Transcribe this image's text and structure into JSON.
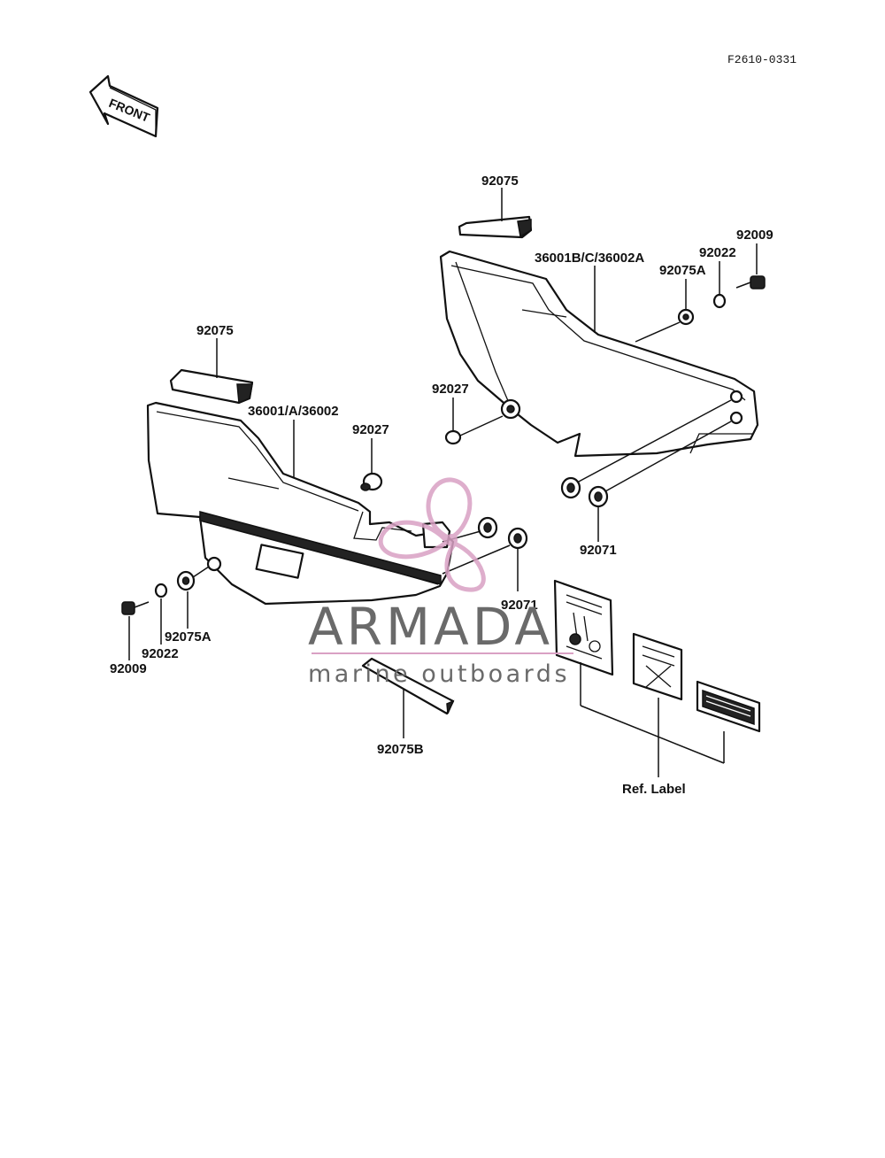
{
  "diagram_code": "F2610-0331",
  "front_arrow": {
    "label": "FRONT",
    "icon": "front-arrow-icon"
  },
  "watermark": {
    "brand": "ARMADA",
    "tagline": "marine outboards",
    "logo_icon": "propeller-logo-icon",
    "accent_color": "#d9a1c4"
  },
  "callouts": {
    "right_strip": "92075",
    "right_cover": "36001B/C/36002A",
    "right_grommet_a": "92075A",
    "right_washer": "92022",
    "right_bolt": "92009",
    "right_collar": "92027",
    "right_grommets": "92071",
    "left_strip": "92075",
    "left_cover": "36001/A/36002",
    "left_collar": "92027",
    "left_grommets": "92071",
    "left_bolt": "92009",
    "left_washer": "92022",
    "left_grommet_a": "92075A",
    "bottom_strip": "92075B",
    "ref_label": "Ref. Label"
  }
}
